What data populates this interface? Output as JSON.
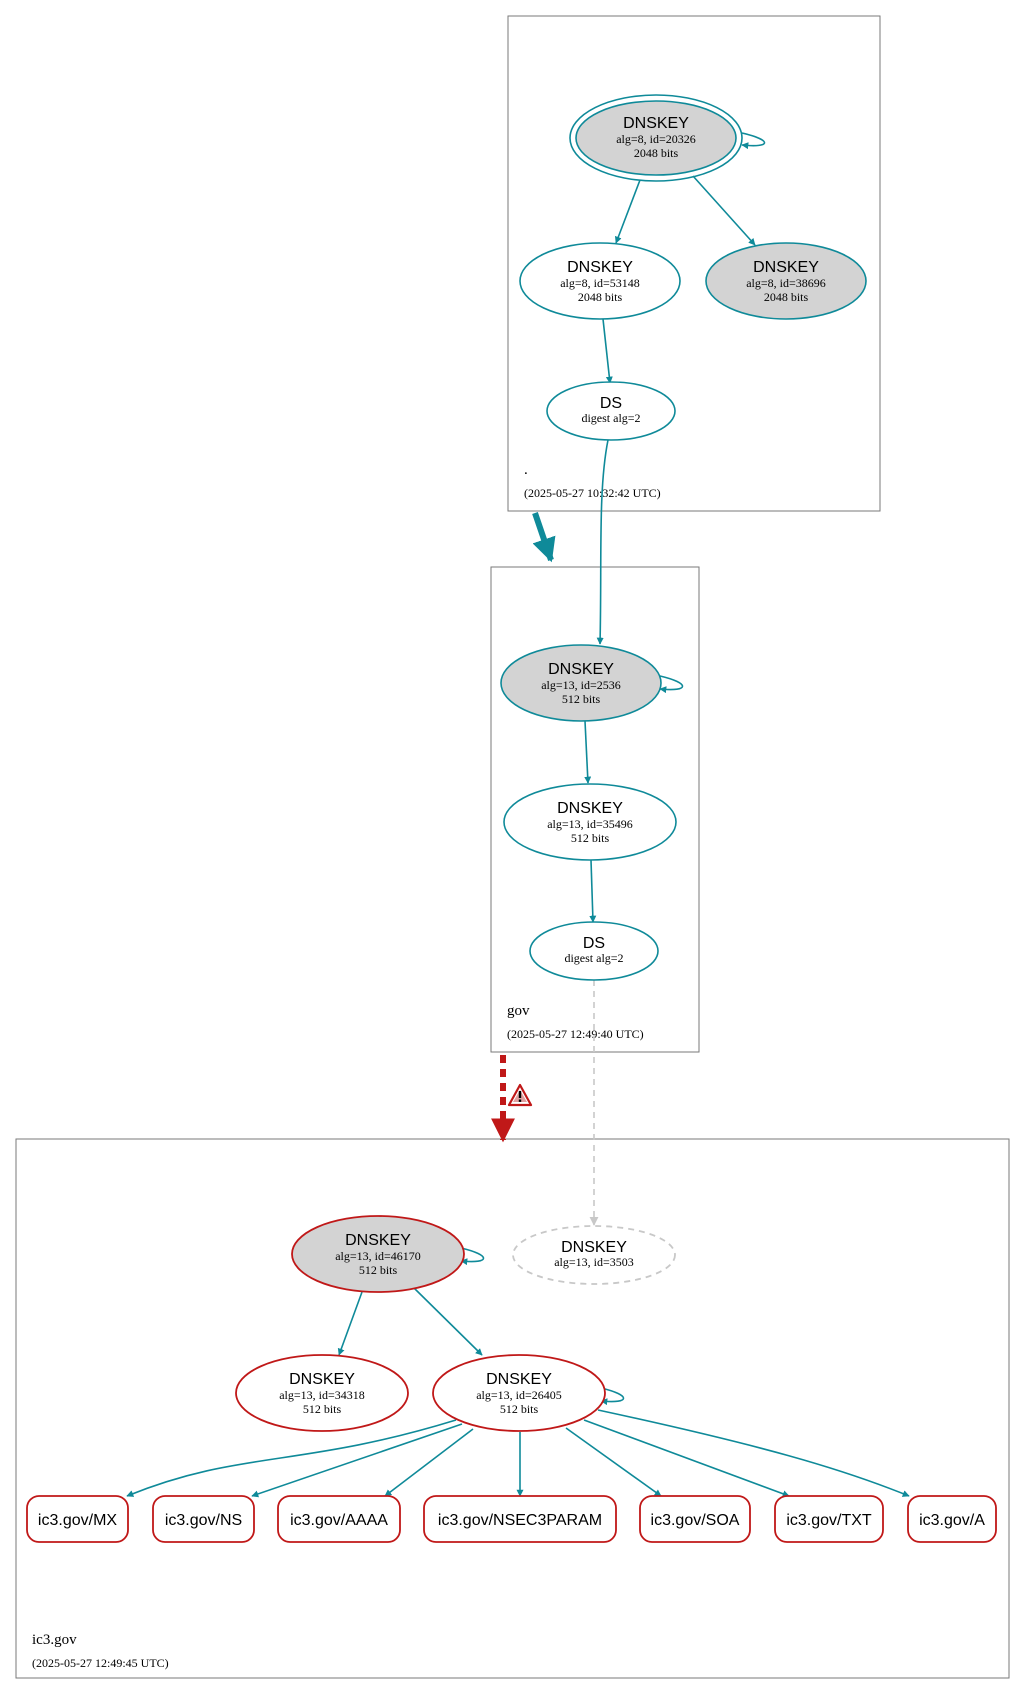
{
  "colors": {
    "secure": "#0f8a99",
    "bogus": "#c01818",
    "ksk_fill": "#d3d3d3",
    "missing": "#c8c8c8",
    "zone_border": "#7a7a7a"
  },
  "zones": {
    "root": {
      "name": ".",
      "timestamp": "(2025-05-27 10:32:42 UTC)"
    },
    "gov": {
      "name": "gov",
      "timestamp": "(2025-05-27 12:49:40 UTC)"
    },
    "ic3": {
      "name": "ic3.gov",
      "timestamp": "(2025-05-27 12:49:45 UTC)"
    }
  },
  "nodes": {
    "root_ksk": {
      "title": "DNSKEY",
      "line1": "alg=8, id=20326",
      "line2": "2048 bits"
    },
    "root_zsk": {
      "title": "DNSKEY",
      "line1": "alg=8, id=53148",
      "line2": "2048 bits"
    },
    "root_key3": {
      "title": "DNSKEY",
      "line1": "alg=8, id=38696",
      "line2": "2048 bits"
    },
    "root_ds": {
      "title": "DS",
      "line1": "digest alg=2"
    },
    "gov_ksk": {
      "title": "DNSKEY",
      "line1": "alg=13, id=2536",
      "line2": "512 bits"
    },
    "gov_zsk": {
      "title": "DNSKEY",
      "line1": "alg=13, id=35496",
      "line2": "512 bits"
    },
    "gov_ds": {
      "title": "DS",
      "line1": "digest alg=2"
    },
    "ic3_ksk": {
      "title": "DNSKEY",
      "line1": "alg=13, id=46170",
      "line2": "512 bits"
    },
    "ic3_missing": {
      "title": "DNSKEY",
      "line1": "alg=13, id=3503"
    },
    "ic3_key3": {
      "title": "DNSKEY",
      "line1": "alg=13, id=34318",
      "line2": "512 bits"
    },
    "ic3_zsk": {
      "title": "DNSKEY",
      "line1": "alg=13, id=26405",
      "line2": "512 bits"
    }
  },
  "rrsets": [
    "ic3.gov/MX",
    "ic3.gov/NS",
    "ic3.gov/AAAA",
    "ic3.gov/NSEC3PARAM",
    "ic3.gov/SOA",
    "ic3.gov/TXT",
    "ic3.gov/A"
  ],
  "warning_icon": "warning-triangle-icon"
}
